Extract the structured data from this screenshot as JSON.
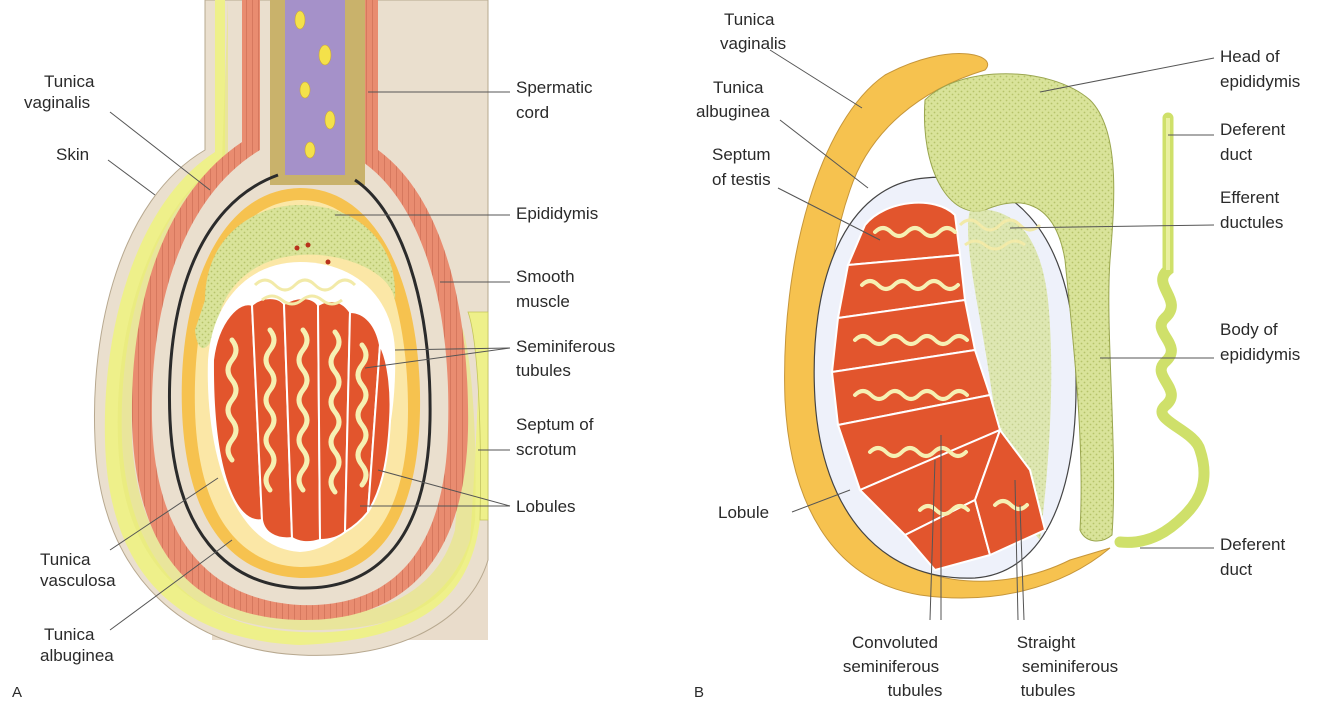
{
  "panel_a": {
    "letter": "A",
    "labels": {
      "tunica_vaginalis": [
        "Tunica",
        "vaginalis"
      ],
      "skin": [
        "Skin"
      ],
      "tunica_vasculosa": [
        "Tunica",
        "vasculosa"
      ],
      "tunica_albuginea": [
        "Tunica",
        "albuginea"
      ],
      "spermatic_cord": [
        "Spermatic",
        "cord"
      ],
      "epididymis": [
        "Epididymis"
      ],
      "smooth_muscle": [
        "Smooth",
        "muscle"
      ],
      "seminiferous_tubules": [
        "Seminiferous",
        "tubules"
      ],
      "septum_of_scrotum": [
        "Septum of",
        "scrotum"
      ],
      "lobules": [
        "Lobules"
      ]
    }
  },
  "panel_b": {
    "letter": "B",
    "labels": {
      "tunica_vaginalis": [
        "Tunica",
        "vaginalis"
      ],
      "tunica_albuginea": [
        "Tunica",
        "albuginea"
      ],
      "septum_of_testis": [
        "Septum",
        "of testis"
      ],
      "lobule": [
        "Lobule"
      ],
      "head_of_epididymis": [
        "Head of",
        "epididymis"
      ],
      "deferent_duct_top": [
        "Deferent",
        "duct"
      ],
      "efferent_ductules": [
        "Efferent",
        "ductules"
      ],
      "body_of_epididymis": [
        "Body of",
        "epididymis"
      ],
      "deferent_duct_bottom": [
        "Deferent",
        "duct"
      ],
      "convoluted_seminiferous_tubules": [
        "Convoluted",
        "seminiferous",
        "tubules"
      ],
      "straight_seminiferous_tubules": [
        "Straight",
        "seminiferous",
        "tubules"
      ]
    }
  },
  "colors": {
    "skin": "#eadfce",
    "background_tan": "#e9dccb",
    "dartos_yellow": "#eef08a",
    "muscle_salmon": "#e98c70",
    "tunica_vaginalis_dark": "#2b2b2b",
    "tunica_yellow": "#f6c24f",
    "tunica_albuginea_pale": "#fbe7a6",
    "lobule_red": "#e2552d",
    "tubule_cream": "#f6f0b3",
    "epididymis_green": "#d8e295",
    "cavity_blue": "#eef1fa",
    "cord_purple": "#a591c9"
  }
}
